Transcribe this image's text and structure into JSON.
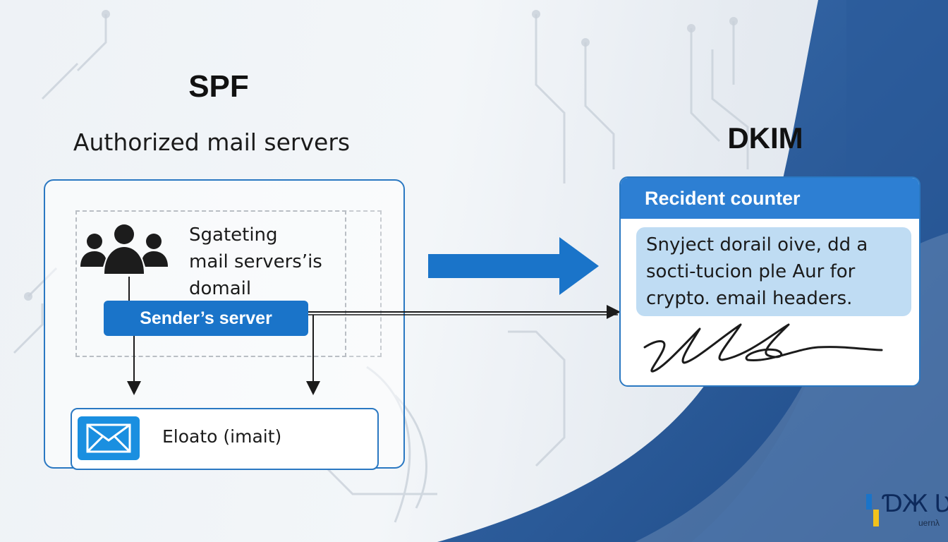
{
  "spf": {
    "title": "SPF",
    "subtitle": "Authorized  mail servers",
    "description": [
      "Sgateting",
      "mail servers’is",
      "domail"
    ],
    "sender_label": "Sender’s server",
    "email_label": "Eloato (imait)"
  },
  "dkim": {
    "title": "DKIM",
    "header": "Recident counter",
    "body": [
      "Snуject  dorail οive, dd a",
      "socti-tucion  ple Aur for",
      "crypto.  email headers."
    ]
  },
  "logo": {
    "text": "ƊЖ ƲLE",
    "subtext": "uernλ"
  },
  "colors": {
    "accent": "#1a74c9",
    "panel_border": "#2a78c2",
    "wave_blue": "#2b5f9e",
    "highlight": "#bfdcf3"
  },
  "icons": [
    "people-icon",
    "mail-icon",
    "arrow-right-icon",
    "signature-icon"
  ]
}
